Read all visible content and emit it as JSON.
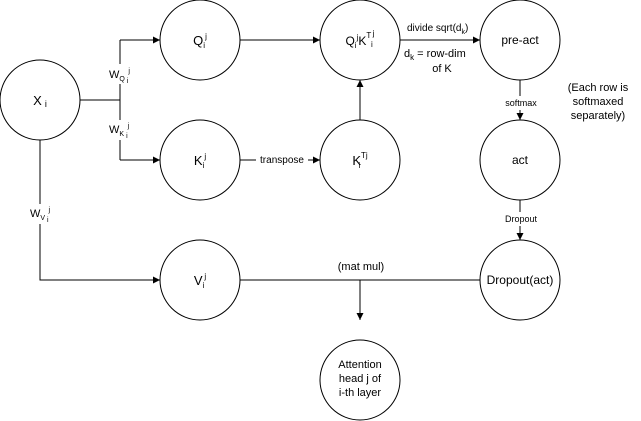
{
  "nodes": {
    "x": {
      "main": "X",
      "sub": "i"
    },
    "q": {
      "main": "Q",
      "sub": "i",
      "sup": "j"
    },
    "k": {
      "main": "K",
      "sub": "i",
      "sup": "j"
    },
    "v": {
      "main": "V",
      "sub": "i",
      "sup": "j"
    },
    "qkt": {
      "q": "Q",
      "qsub": "i",
      "qsup": "j",
      "k": "K",
      "ksup": "T",
      "ksub": "i",
      "kj": "j"
    },
    "kt": {
      "main": "K",
      "sup": "T",
      "sup2": "j",
      "sub": "i"
    },
    "preact": {
      "label": "pre-act"
    },
    "act": {
      "label": "act"
    },
    "dropout_act": {
      "label": "Dropout(act)"
    },
    "attention": {
      "lines": [
        "Attention",
        "head j of",
        "i-th layer"
      ]
    }
  },
  "edges": {
    "wq": {
      "main": "W",
      "sub": "Q",
      "sub2": "i",
      "sup": "j"
    },
    "wk": {
      "main": "W",
      "sub": "K",
      "sub2": "i",
      "sup": "j"
    },
    "wv": {
      "main": "W",
      "sub": "V",
      "sub2": "i",
      "sup": "j"
    },
    "transpose": "transpose",
    "divide": {
      "pre": "divide sqrt(d",
      "sub": "k",
      "post": ")"
    },
    "dk": {
      "pre": "d",
      "sub": "k",
      "post": " = row-dim",
      "line2": "of K"
    },
    "softmax": "softmax",
    "dropout": "Dropout",
    "matmul": "(mat mul)"
  },
  "note": {
    "lines": [
      "(Each row is",
      "softmaxed",
      "separately)"
    ]
  }
}
